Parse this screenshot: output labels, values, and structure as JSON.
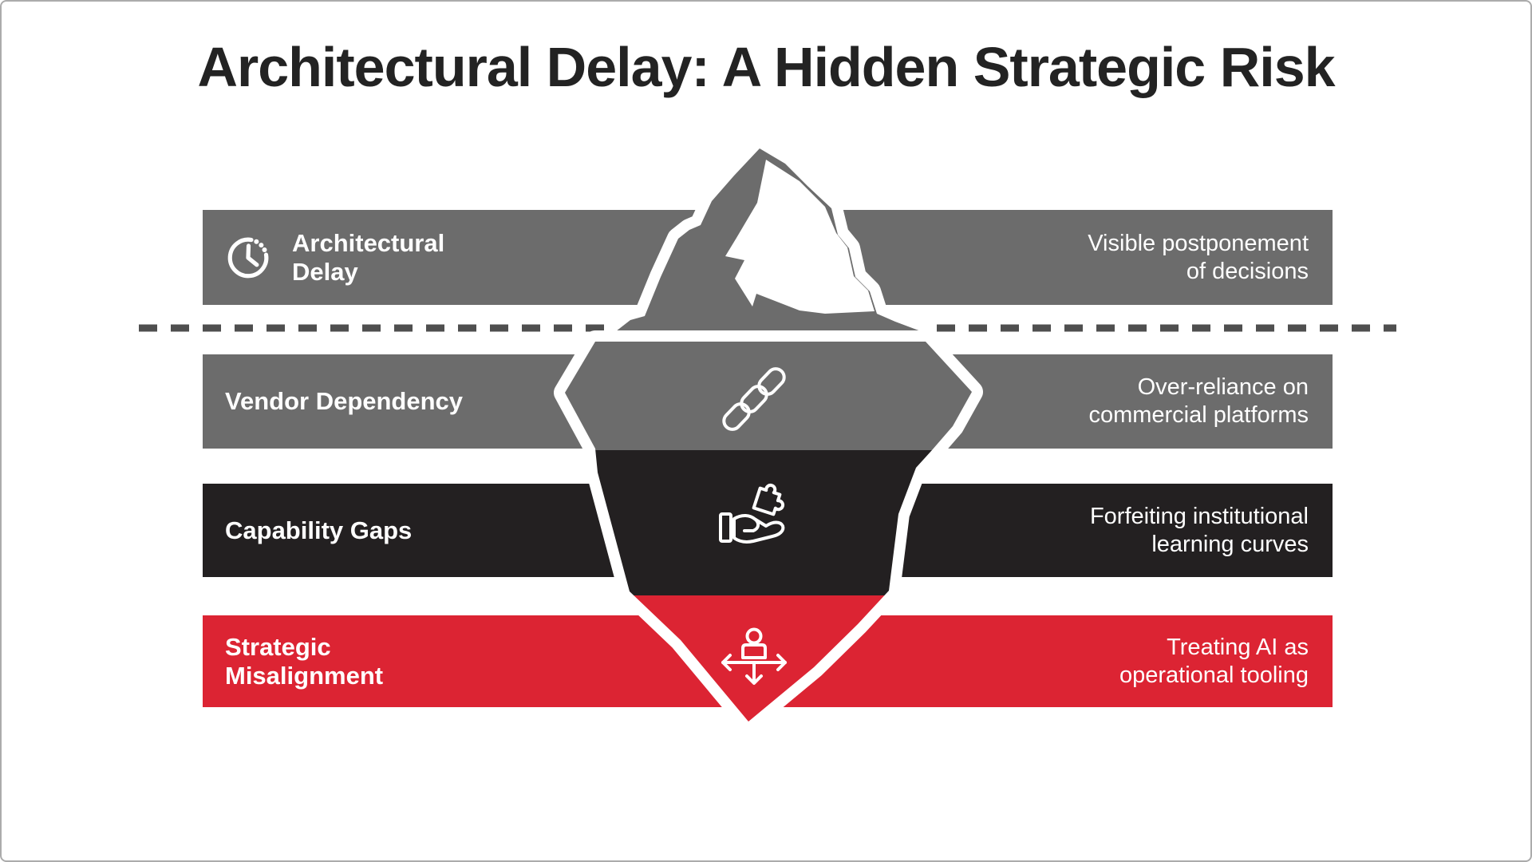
{
  "title": "Architectural Delay: A Hidden Strategic Risk",
  "colors": {
    "gray": "#6c6c6c",
    "dark": "#232021",
    "red": "#dc2433",
    "title": "#232323",
    "waterline": "#4f4f4f",
    "iceberg_outline": "#ffffff",
    "iceberg_facet": "#ffffff"
  },
  "waterline": {
    "style": "dashed"
  },
  "layers": [
    {
      "name": "Architectural Delay",
      "label_lines": [
        "Architectural",
        "Delay"
      ],
      "description": "Visible postponement of decisions",
      "desc_lines": [
        "Visible postponement",
        "of decisions"
      ],
      "icon": "clock-icon",
      "color": "#6c6c6c"
    },
    {
      "name": "Vendor Dependency",
      "label_lines": [
        "Vendor Dependency"
      ],
      "description": "Over-reliance on commercial platforms",
      "desc_lines": [
        "Over-reliance on",
        "commercial platforms"
      ],
      "icon": "chain-icon",
      "color": "#6c6c6c"
    },
    {
      "name": "Capability Gaps",
      "label_lines": [
        "Capability Gaps"
      ],
      "description": "Forfeiting institutional learning curves",
      "desc_lines": [
        "Forfeiting institutional",
        "learning curves"
      ],
      "icon": "hand-puzzle-icon",
      "color": "#232021"
    },
    {
      "name": "Strategic Misalignment",
      "label_lines": [
        "Strategic",
        "Misalignment"
      ],
      "description": "Treating AI as operational tooling",
      "desc_lines": [
        "Treating AI as",
        "operational tooling"
      ],
      "icon": "person-arrows-icon",
      "color": "#dc2433"
    }
  ]
}
